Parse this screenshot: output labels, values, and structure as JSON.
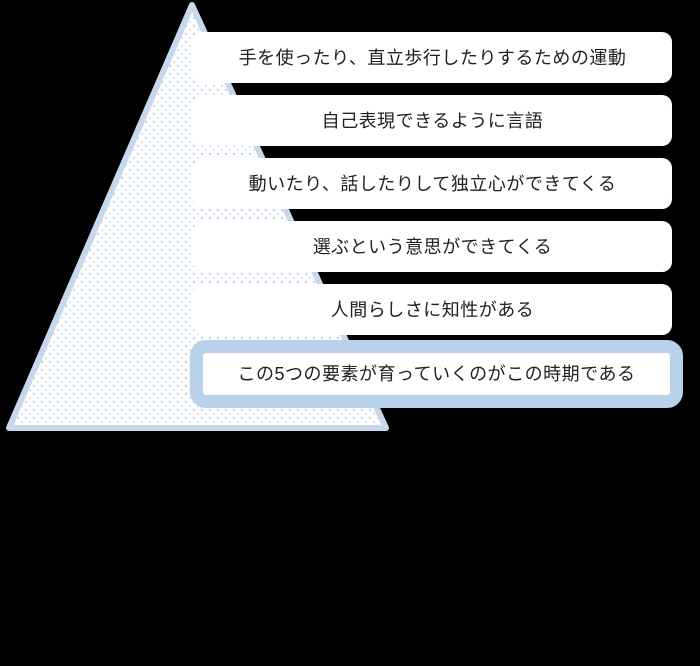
{
  "colors": {
    "background": "#000000",
    "triangle_border": "#c7d8ec",
    "triangle_fill": "#ffffff",
    "dot_strong": "#bed3ea",
    "dot_light": "#dae6f4",
    "box_fill": "#ffffff",
    "text": "#212121",
    "highlight_border": "#b9d1e9"
  },
  "pyramid": {
    "levels": [
      "手を使ったり、直立歩行したりするための運動",
      "自己表現できるように言語",
      "動いたり、話したりして独立心ができてくる",
      "選ぶという意思ができてくる",
      "人間らしさに知性がある",
      "この5つの要素が育っていくのがこの時期である"
    ]
  }
}
